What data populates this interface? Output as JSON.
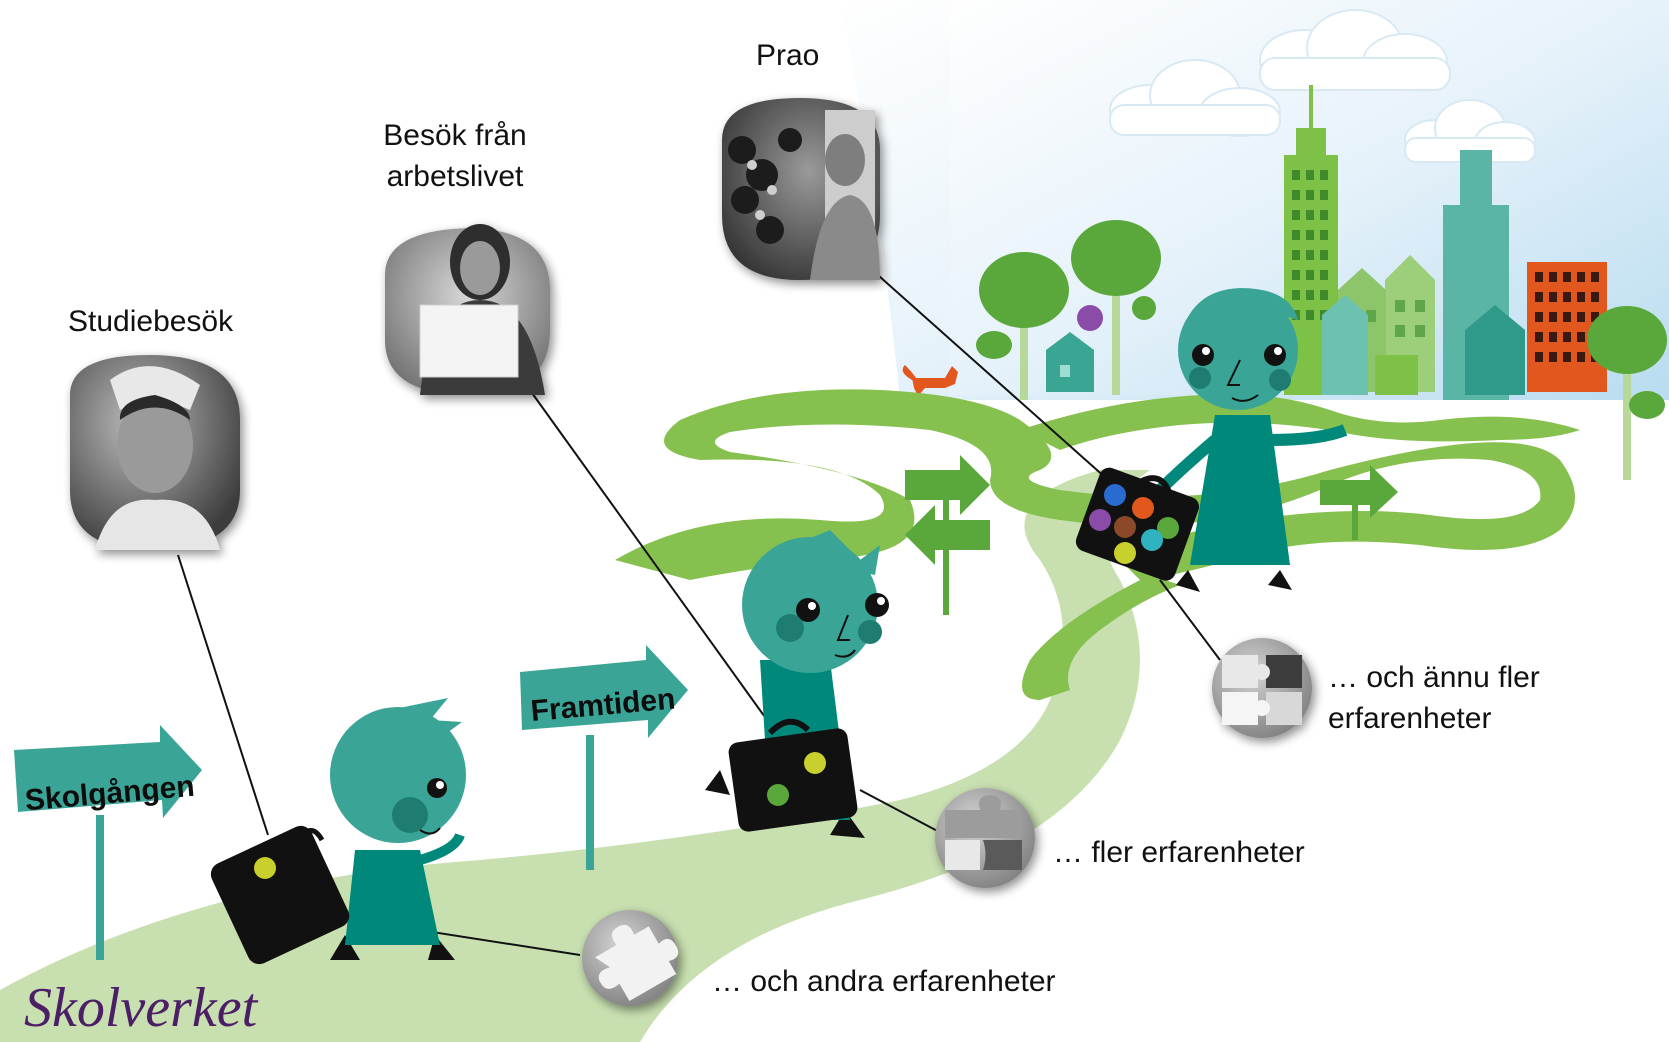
{
  "signs": {
    "school": "Skolgången",
    "future": "Framtiden"
  },
  "activities": {
    "studiebesok": "Studiebesök",
    "besok_line1": "Besök från",
    "besok_line2": "arbetslivet",
    "prao": "Prao"
  },
  "experiences": {
    "andra": "… och andra erfarenheter",
    "fler": "… fler erfarenheter",
    "annu_line1": "… och ännu fler",
    "annu_line2": "erfarenheter"
  },
  "logo": "Skolverket",
  "colors": {
    "teal": "#3aa596",
    "teal_dark": "#00897b",
    "path_green": "#86c04e",
    "path_light": "#c8e0b0",
    "tree_green": "#5aa83c",
    "logo_purple": "#4b1e66",
    "building_orange": "#e2571e",
    "sky_blue": "#cfe6f5"
  },
  "icons": [
    "puzzle-icon",
    "suitcase-icon",
    "signpost-icon",
    "fox-icon",
    "tree-icon",
    "cloud-icon"
  ]
}
